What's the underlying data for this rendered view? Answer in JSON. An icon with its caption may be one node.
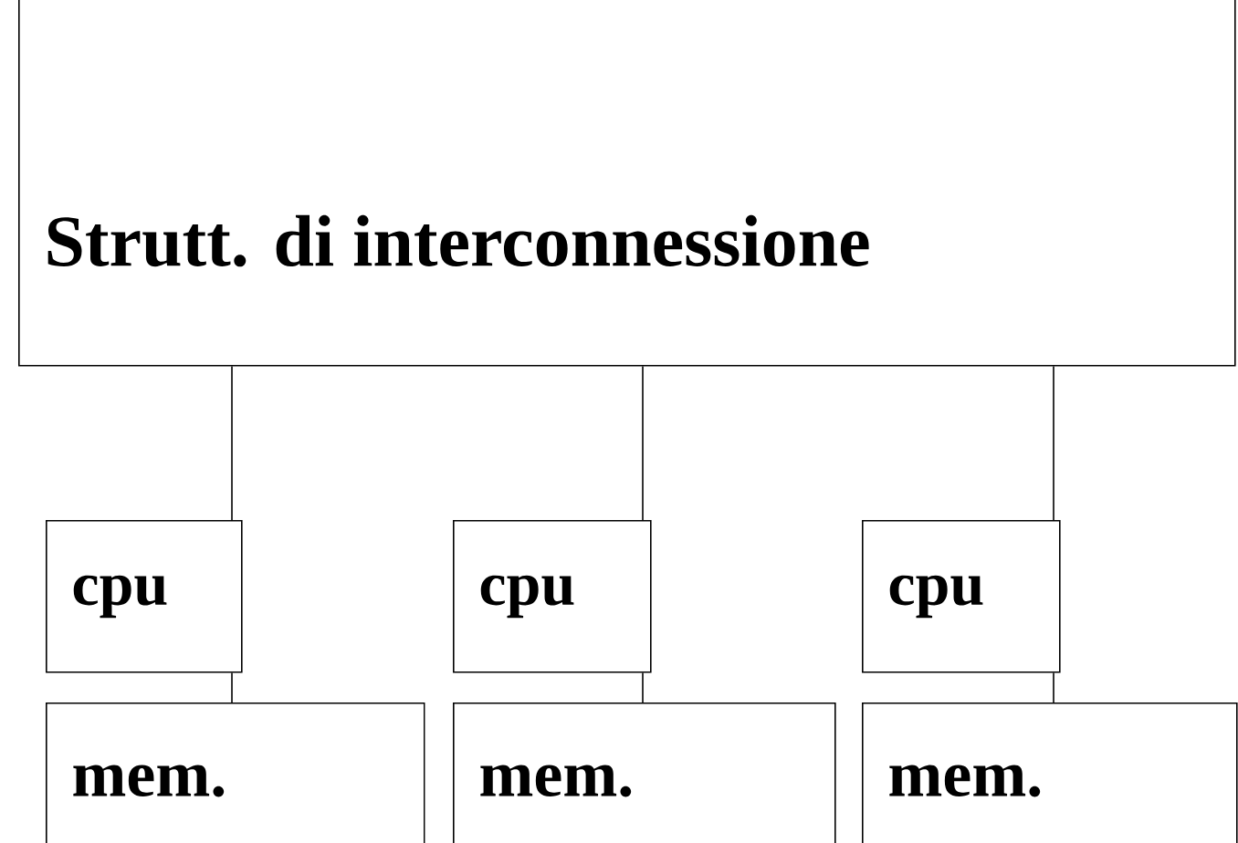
{
  "diagram": {
    "nodes": [
      {
        "text": [
          "Strutt. di interconnessione"
        ]
      },
      {
        "text": [
          "cpu"
        ]
      },
      {
        "text": [
          "cpu"
        ]
      },
      {
        "text": [
          "cpu"
        ]
      },
      {
        "text": [
          "mem."
        ]
      },
      {
        "text": [
          "mem."
        ]
      },
      {
        "text": [
          "mem."
        ]
      }
    ],
    "edges": [
      {
        "from": 0,
        "to": 1,
        "arrow": "none"
      },
      {
        "from": 0,
        "to": 2,
        "arrow": "none"
      },
      {
        "from": 0,
        "to": 3,
        "arrow": "none"
      },
      {
        "from": 1,
        "to": 4,
        "arrow": "none"
      },
      {
        "from": 2,
        "to": 5,
        "arrow": "none"
      },
      {
        "from": 3,
        "to": 6,
        "arrow": "none"
      }
    ]
  }
}
